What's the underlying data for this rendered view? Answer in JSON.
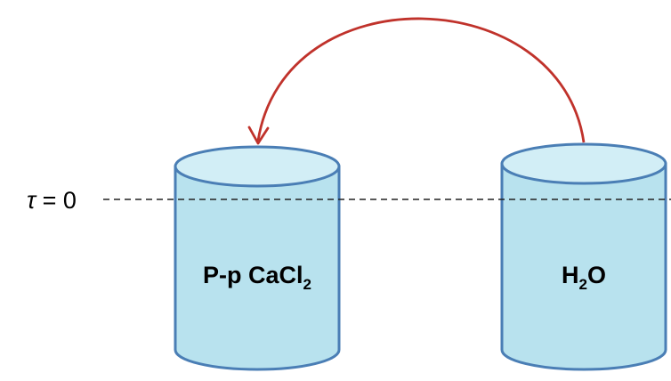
{
  "time_marker": {
    "symbol": "τ",
    "equals": " = ",
    "value": "0"
  },
  "left_container": {
    "label_main": "P-p CaCl",
    "label_sub": "2",
    "fill": "#b8e2ee",
    "stroke": "#4a7eb5"
  },
  "right_container": {
    "label_pre": "H",
    "label_sub": "2",
    "label_post": "O",
    "fill": "#b8e2ee",
    "stroke": "#4a7eb5"
  },
  "arrow": {
    "color": "#c0322b",
    "direction": "from right container to left container"
  }
}
